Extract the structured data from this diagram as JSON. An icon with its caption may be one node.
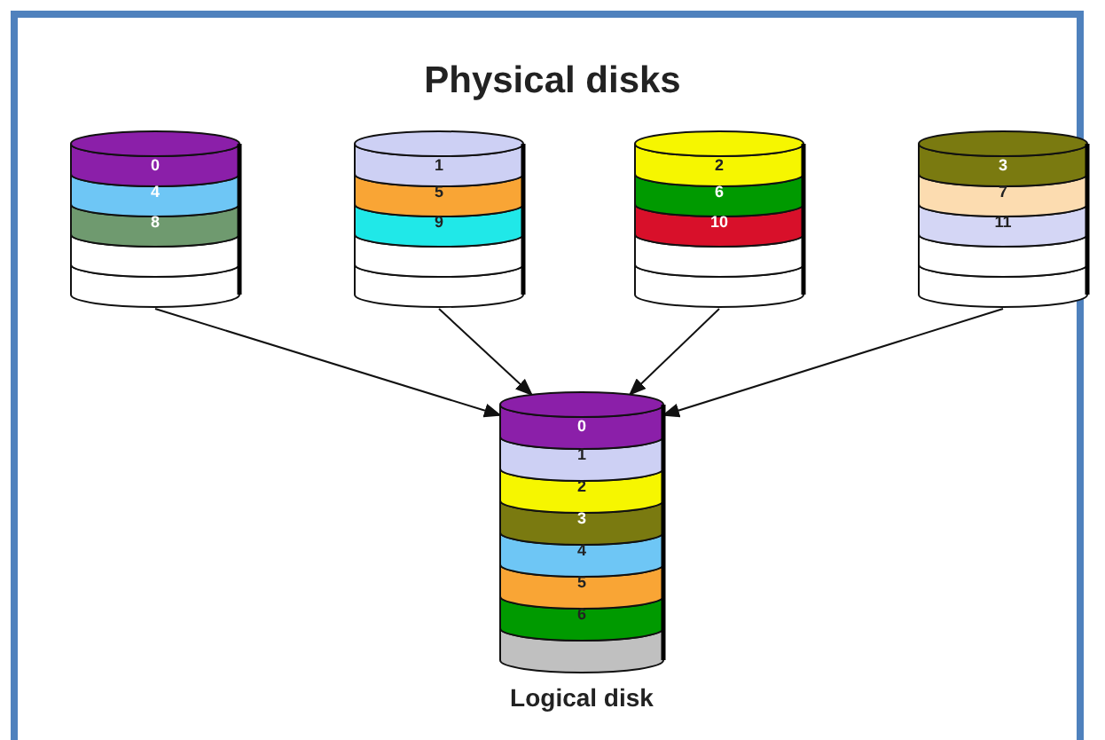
{
  "diagram": {
    "title": "Physical disks",
    "nodes": [
      {
        "text": [
          "0",
          "4",
          "8"
        ]
      },
      {
        "text": [
          "1",
          "5",
          "9"
        ]
      },
      {
        "text": [
          "2",
          "6",
          "10"
        ]
      },
      {
        "text": [
          "3",
          "7",
          "11"
        ]
      },
      {
        "text": [
          "0",
          "1",
          "2",
          "3",
          "4",
          "5",
          "6"
        ],
        "beside": [
          "Logical disk"
        ]
      }
    ],
    "edges": [
      {
        "from": 0,
        "to": 4,
        "arrow": "to"
      },
      {
        "from": 1,
        "to": 4,
        "arrow": "to"
      },
      {
        "from": 2,
        "to": 4,
        "arrow": "to"
      },
      {
        "from": 3,
        "to": 4,
        "arrow": "to"
      }
    ]
  }
}
